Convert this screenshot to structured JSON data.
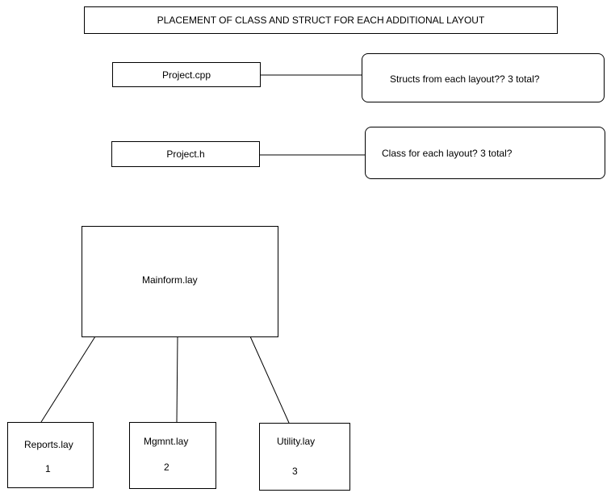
{
  "title": "PLACEMENT OF CLASS AND STRUCT FOR EACH ADDITIONAL LAYOUT",
  "files": {
    "cpp": "Project.cpp",
    "h": "Project.h"
  },
  "notes": {
    "cpp_note": "Structs from each layout??  3 total?",
    "h_note": "Class for each layout?  3 total?"
  },
  "main_form": {
    "label": "Mainform.lay"
  },
  "layouts": [
    {
      "name": "Reports.lay",
      "number": "1"
    },
    {
      "name": "Mgmnt.lay",
      "number": "2"
    },
    {
      "name": "Utility.lay",
      "number": "3"
    }
  ]
}
